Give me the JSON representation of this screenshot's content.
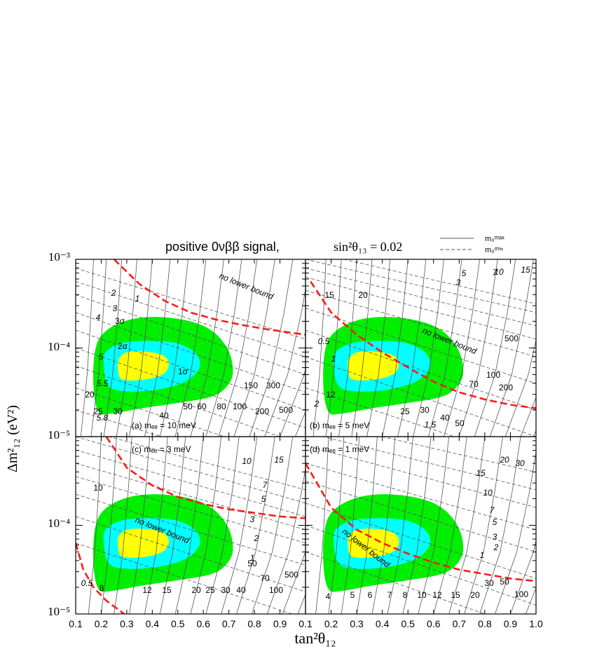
{
  "title": "positive 0νββ signal,",
  "title_formula": "sin²θ₁₃ = 0.02",
  "legend": {
    "placement": "top-right",
    "max_label": "m₀ᵐᵃˣ",
    "min_label": "m₀ᵐⁱⁿ"
  },
  "colors": {
    "one_sigma": "#ffff00",
    "two_sigma": "#00ffff",
    "three_sigma": "#00ee00",
    "boundary": "#ff1a1a",
    "contour": "#555555"
  },
  "chart_data": {
    "type": "contour",
    "xlabel": "tan²θ₁₂",
    "ylabel": "Δm²₁₂ (eV²)",
    "x_range": [
      0.1,
      1.0
    ],
    "y_range": [
      1e-05,
      0.001
    ],
    "y_scale": "log",
    "x_ticks_top_row": [
      "0.1",
      "0.2",
      "0.3",
      "0.4",
      "0.5",
      "0.6",
      "0.7",
      "0.8",
      "0.9",
      "0.1"
    ],
    "x_ticks_right": [
      "0.2",
      "0.3",
      "0.4",
      "0.5",
      "0.6",
      "0.7",
      "0.8",
      "0.9",
      "1.0"
    ],
    "y_ticks": [
      "10⁻³",
      "10⁻⁴",
      "10⁻⁵",
      "10⁻⁴",
      "10⁻⁵"
    ],
    "region_labels": [
      "1σ",
      "2σ",
      "3σ"
    ],
    "panels": [
      {
        "name": "(a) mₑₑ = 10 meV",
        "annotation": "no lower bound",
        "labels_max": [
          "20",
          "25",
          "30",
          "40",
          "50",
          "60",
          "80",
          "100",
          "150",
          "300",
          "200",
          "500"
        ],
        "labels_min": [
          "1",
          "2",
          "3",
          "4",
          "5",
          "5.5",
          "5.8"
        ]
      },
      {
        "name": "(b) mₑₑ = 5 meV",
        "annotation": "no lower bound",
        "labels_max": [
          "15",
          "20",
          "12",
          "25",
          "30",
          "40",
          "50",
          "70",
          "100",
          "200",
          "500"
        ],
        "labels_min": [
          "0.5",
          "1",
          "1.5",
          "2",
          "3",
          "5",
          "7",
          "10",
          "15"
        ]
      },
      {
        "name": "(c) mₑₑ = 3 meV",
        "annotation": "no lower bound",
        "labels_max": [
          "10",
          "8",
          "12",
          "15",
          "20",
          "25",
          "30",
          "40",
          "50",
          "70",
          "100",
          "500"
        ],
        "labels_min": [
          "0.5",
          "1",
          "2",
          "3",
          "5",
          "7",
          "10",
          "15"
        ]
      },
      {
        "name": "(d) mₑₑ = 1 meV",
        "annotation": "no lower bound",
        "labels_max": [
          "4",
          "5",
          "6",
          "7",
          "8",
          "10",
          "12",
          "15",
          "20",
          "30",
          "50",
          "100"
        ],
        "labels_min": [
          "1",
          "2",
          "3",
          "5",
          "7",
          "10",
          "15",
          "20",
          "30"
        ]
      }
    ]
  }
}
